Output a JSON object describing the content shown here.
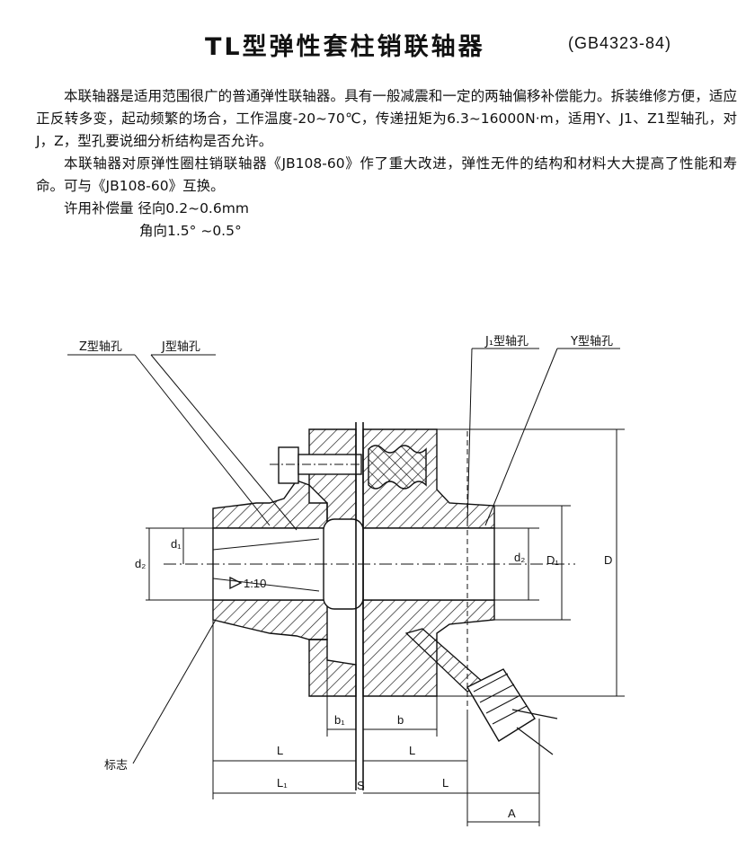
{
  "header": {
    "title": "TL型弹性套柱销联轴器",
    "standard": "(GB4323-84)"
  },
  "text": {
    "para1": "本联轴器是适用范围很广的普通弹性联轴器。具有一般减震和一定的两轴偏移补偿能力。拆装维修方便，适应正反转多变，起动频繁的场合，工作温度-20~70℃，传递扭矩为6.3~16000N·m，适用Y、J1、Z1型轴孔，对J，Z，型孔要说细分析结构是否允许。",
    "para2": "本联轴器对原弹性圈柱销联轴器《JB108-60》作了重大改进，弹性无件的结构和材料大大提高了性能和寿命。可与《JB108-60》互换。",
    "comp_line1": "许用补偿量 径向0.2~0.6mm",
    "comp_line2": "角向1.5° ~0.5°"
  },
  "drawing": {
    "labels": {
      "z_bore": "Z型轴孔",
      "j_bore": "J型轴孔",
      "j1_bore": "J₁型轴孔",
      "y_bore": "Y型轴孔",
      "mark": "标志"
    },
    "dims": {
      "d2_left": "d₂",
      "d1": "d₁",
      "d2_right": "d₂",
      "D1": "D₁",
      "D": "D",
      "taper": "1:10",
      "b1": "b₁",
      "b": "b",
      "L_left": "L",
      "L_mid": "L",
      "L1": "L₁",
      "S": "S",
      "L_right": "L",
      "A": "A"
    }
  }
}
